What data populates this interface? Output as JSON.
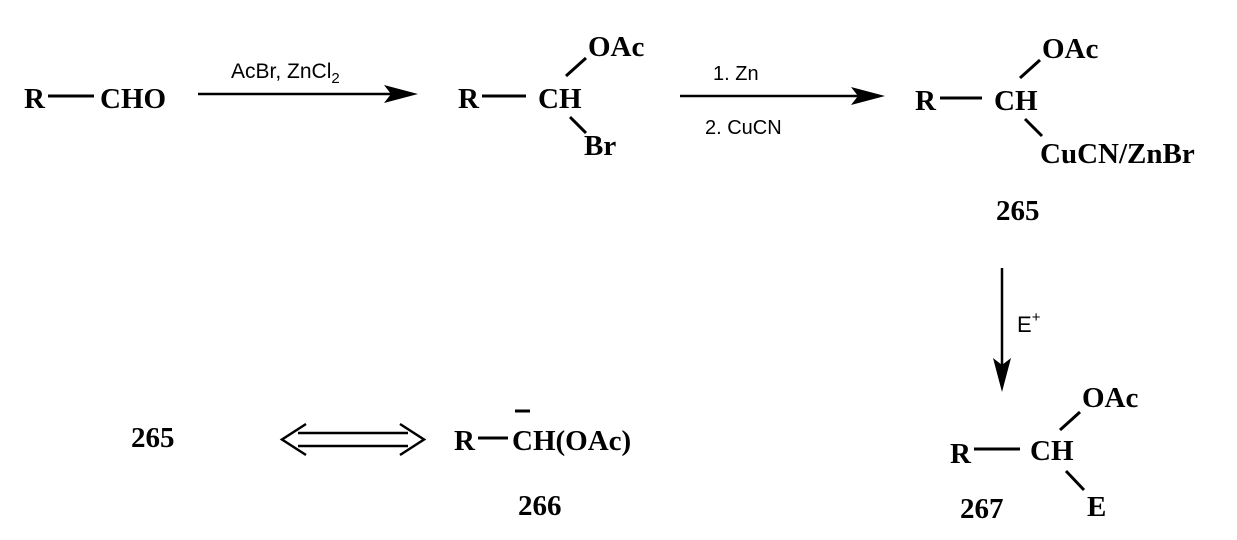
{
  "scheme": {
    "aldehyde": {
      "r": "R",
      "cho": "CHO"
    },
    "step1": {
      "reagent_main": "AcBr, ZnCl",
      "reagent_sub": "2"
    },
    "bromo_acetate": {
      "r": "R",
      "ch": "CH",
      "oac": "OAc",
      "br": "Br"
    },
    "step2": {
      "line1": "1.  Zn",
      "line2": "2. CuCN"
    },
    "organocopper": {
      "r": "R",
      "ch": "CH",
      "oac": "OAc",
      "metal": "CuCN/ZnBr",
      "label": "265"
    },
    "step3": {
      "reagent": "E",
      "charge": "+"
    },
    "product": {
      "r": "R",
      "ch": "CH",
      "oac": "OAc",
      "e": "E",
      "label": "267"
    },
    "equivalence": {
      "left_label": "265",
      "anion": {
        "r": "R",
        "carbanion": "CH(OAc)",
        "charge": "−"
      },
      "label": "266"
    }
  }
}
